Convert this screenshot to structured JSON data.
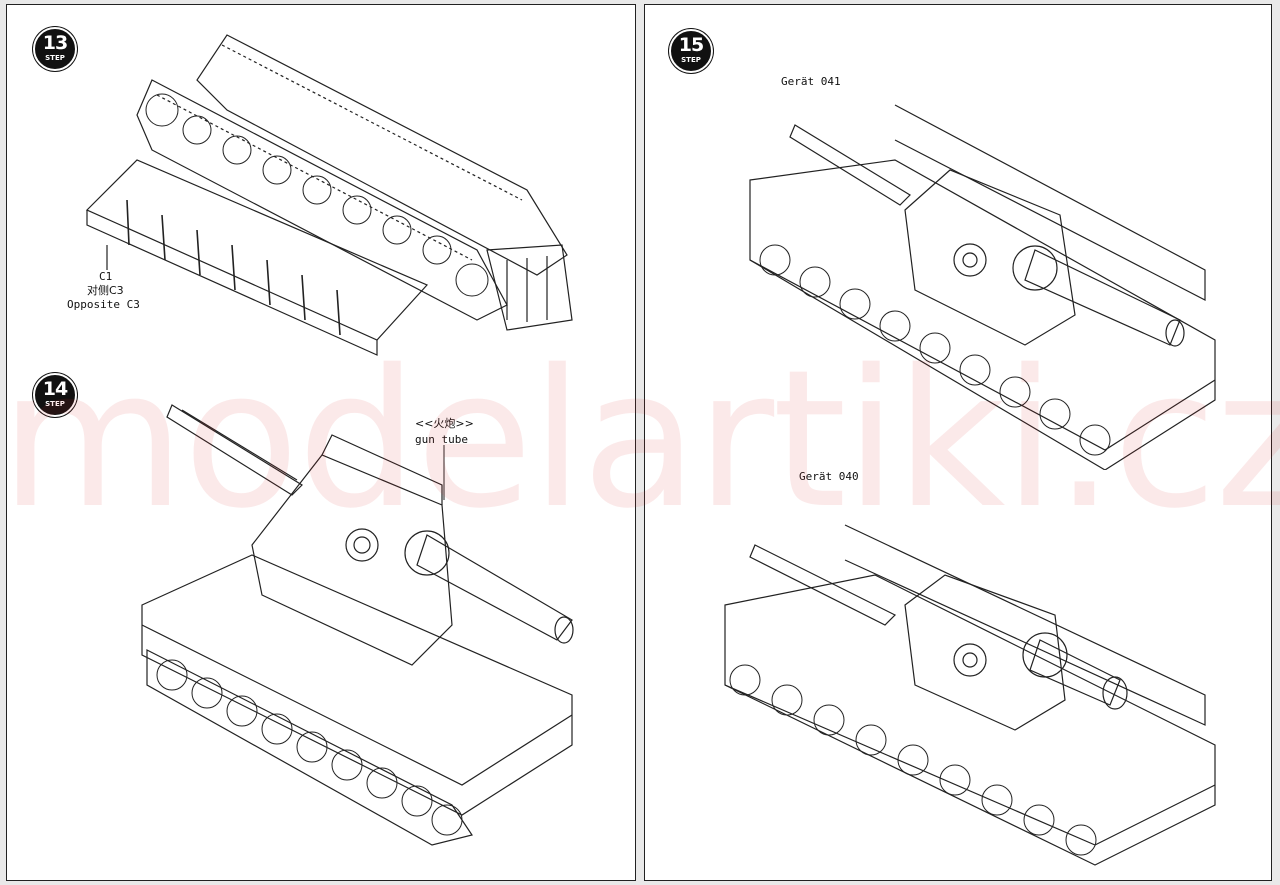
{
  "watermark": "modelartiki.cz",
  "steps": {
    "s13": {
      "number": "13",
      "word": "STEP"
    },
    "s14": {
      "number": "14",
      "word": "STEP"
    },
    "s15": {
      "number": "15",
      "word": "STEP"
    }
  },
  "step13": {
    "callout_part": "C1",
    "callout_cn": "对侧C3",
    "callout_en": "Opposite  C3"
  },
  "step14": {
    "callout_cn": "<<火炮>>",
    "callout_en": "gun tube"
  },
  "step15": {
    "variant_top": "Gerät 041",
    "variant_bottom": "Gerät 040"
  },
  "colors": {
    "ink": "#111111",
    "paper": "#ffffff",
    "watermark": "#d62828"
  }
}
